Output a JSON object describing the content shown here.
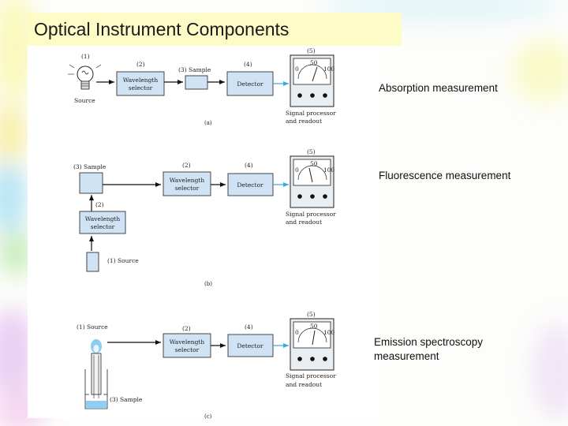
{
  "title": "Optical Instrument Components",
  "panels": [
    {
      "id": "a",
      "caption": "(a)",
      "side_label": "Absorption measurement",
      "source_num": "(1)",
      "source_label": "Source",
      "selector_num": "(2)",
      "selector_line1": "Wavelength",
      "selector_line2": "selector",
      "sample_label": "(3) Sample",
      "detector_num": "(4)",
      "detector_label": "Detector",
      "readout_num": "(5)",
      "readout_line1": "Signal processor",
      "readout_line2": "and readout",
      "meter_low": "0",
      "meter_mid": "50",
      "meter_high": "100"
    },
    {
      "id": "b",
      "caption": "(b)",
      "side_label": "Fluorescence measurement",
      "sample_label": "(3) Sample",
      "selector_num": "(2)",
      "selector_line1": "Wavelength",
      "selector_line2": "selector",
      "selector2_num": "(2)",
      "selector2_line1": "Wavelength",
      "selector2_line2": "selector",
      "source_label": "(1) Source",
      "detector_num": "(4)",
      "detector_label": "Detector",
      "readout_num": "(5)",
      "readout_line1": "Signal processor",
      "readout_line2": "and readout",
      "meter_low": "0",
      "meter_mid": "50",
      "meter_high": "100"
    },
    {
      "id": "c",
      "caption": "(c)",
      "side_label_line1": "Emission spectroscopy",
      "side_label_line2": "measurement",
      "source_label": "(1) Source",
      "sample_label": "(3) Sample",
      "selector_num": "(2)",
      "selector_line1": "Wavelength",
      "selector_line2": "selector",
      "detector_num": "(4)",
      "detector_label": "Detector",
      "readout_num": "(5)",
      "readout_line1": "Signal processor",
      "readout_line2": "and readout",
      "meter_low": "0",
      "meter_mid": "50",
      "meter_high": "100"
    }
  ],
  "colors": {
    "block_fill": "#cfe3f5",
    "arrow": "#111111",
    "arrow_out": "#3aa7e0",
    "title_bg": "#fdfbc6"
  }
}
